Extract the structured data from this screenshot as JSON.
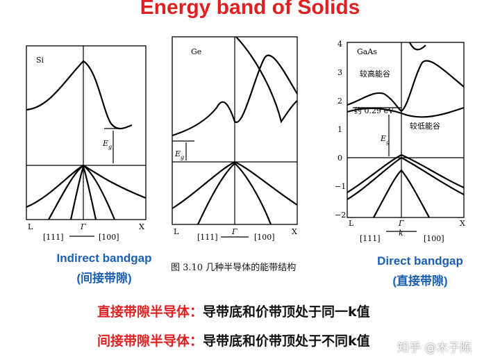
{
  "title": "Energy band of Solids",
  "panels": {
    "si": {
      "name": "Si",
      "eg": "E",
      "eg_sub": "g",
      "k_left": "L",
      "k_mid": "Γ",
      "k_right": "X",
      "dir_left": "[111]",
      "dir_right": "[100]"
    },
    "ge": {
      "name": "Ge",
      "eg": "E",
      "eg_sub": "g",
      "k_left": "L",
      "k_mid": "Γ",
      "k_right": "X",
      "dir_left": "[111]",
      "dir_right": "[100]"
    },
    "gaas": {
      "name": "GaAs",
      "eg": "E",
      "eg_sub": "g",
      "k_left": "L",
      "k_mid": "Γ",
      "k_right": "X",
      "dir_left": "[111]",
      "dir_right": "[100]",
      "k_label": "k",
      "y_ticks": [
        "4",
        "3",
        "2",
        "1",
        "0",
        "−1",
        "−2"
      ],
      "upper_valley": "较高能谷",
      "lower_valley": "较低能谷",
      "gap_note": "约 0.29 eV"
    }
  },
  "labels": {
    "indirect": "Indirect bandgap",
    "indirect_cn": "(间接带隙)",
    "direct": "Direct bandgap",
    "direct_cn": "(直接带隙)",
    "figure_caption": "图 3.10   几种半导体的能带结构"
  },
  "rules": {
    "direct_term": "直接带隙半导体：",
    "direct_desc": "导带底和价带顶处于同一k值",
    "indirect_term": "间接带隙半导体：",
    "indirect_desc": "导带底和价带顶处于不同k值"
  },
  "watermark": "知乎 @木子陈",
  "colors": {
    "title_red": "#e02020",
    "label_blue": "#1a5fb4"
  }
}
